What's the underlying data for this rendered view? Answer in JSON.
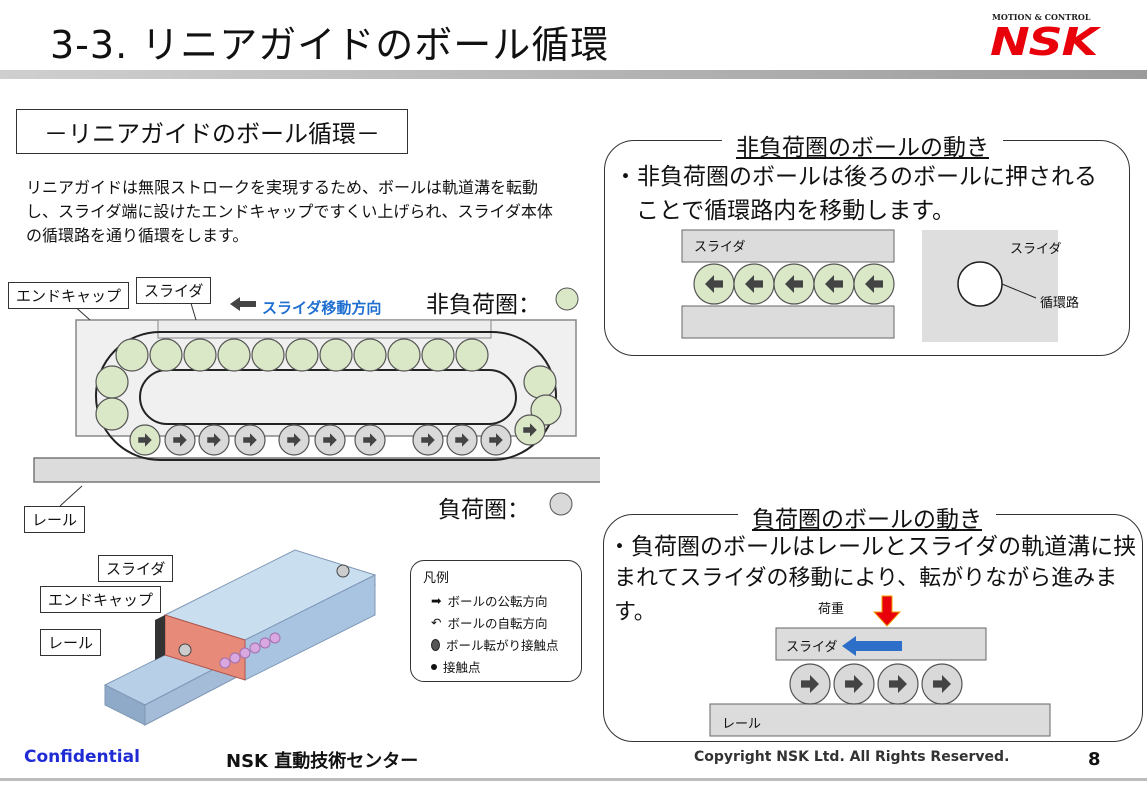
{
  "header": {
    "title": "3-3.  リニアガイドのボール循環",
    "logo_sub": "MOTION & CONTROL",
    "logo": "NSK"
  },
  "section": {
    "subtitle": "－リニアガイドのボール循環－",
    "description": "リニアガイドは無限ストロークを実現するため、ボールは軌道溝を転動し、スライダ端に設けたエンドキャップですくい上げられ、スライダ本体の循環路を通り循環をします。"
  },
  "main_diagram": {
    "endcap_label": "エンドキャップ",
    "slider_label": "スライダ",
    "move_direction_label": "スライダ移動方向",
    "non_load_zone_label": "非負荷圏：",
    "load_zone_label": "負荷圏：",
    "rail_label": "レール",
    "colors": {
      "non_load_ball": "#dbe8c8",
      "load_ball": "#d9d9d9",
      "direction_text": "#1f6fd1"
    }
  },
  "iso_diagram": {
    "slider_label": "スライダ",
    "endcap_label": "エンドキャップ",
    "rail_label": "レール"
  },
  "legend": {
    "title": "凡例",
    "items": [
      "ボールの公転方向",
      "ボールの自転方向",
      "ボール転がり接触点",
      "接触点"
    ]
  },
  "panel_non_load": {
    "heading": "非負荷圏のボールの動き",
    "text_line1": "・非負荷圏のボールは後ろのボールに押される",
    "text_line2": "ことで循環路内を移動します。",
    "slider_label": "スライダ",
    "slider_label_right": "スライダ",
    "path_label": "循環路"
  },
  "panel_load": {
    "heading": "負荷圏のボールの動き",
    "text_line1": "・負荷圏のボールはレールとスライダの軌道溝に挟",
    "text_line2": "まれてスライダの移動により、転がりながら進みます。",
    "load_label": "荷重",
    "slider_label": "スライダ",
    "rail_label": "レール"
  },
  "footer": {
    "confidential": "Confidential",
    "center": "NSK 直動技術センター",
    "copyright": "Copyright NSK Ltd. All Rights Reserved.",
    "page": "8"
  }
}
